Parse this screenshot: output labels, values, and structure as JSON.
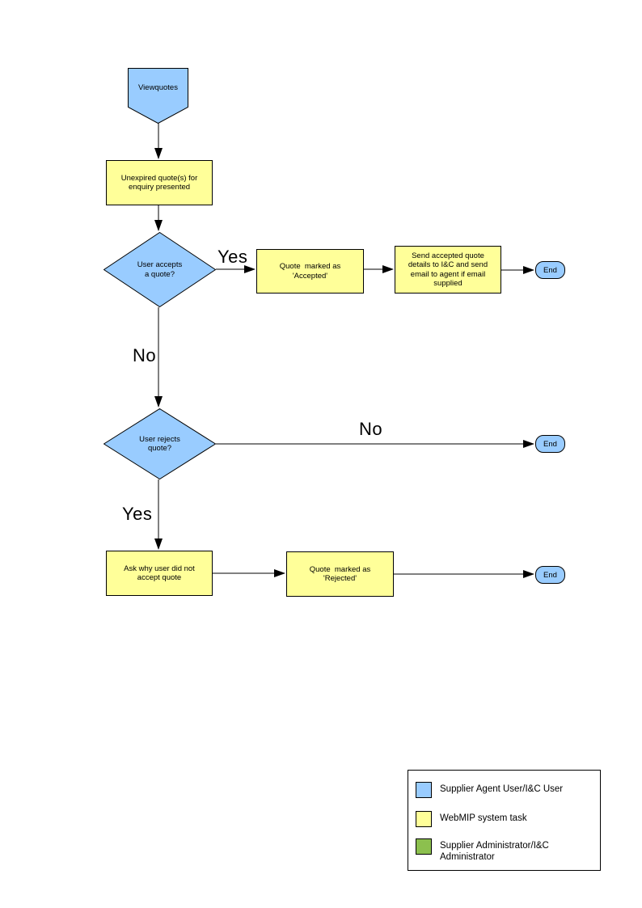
{
  "diagram": {
    "nodes": {
      "start": {
        "label": "Viewquotes"
      },
      "present": {
        "label": "Unexpired quote(s) for\nenquiry presented"
      },
      "accepts": {
        "label": "User accepts\na quote?"
      },
      "accepted": {
        "label": "Quote  marked as\n'Accepted'"
      },
      "send_details": {
        "label": "Send accepted quote\ndetails to I&C and send\nemail to agent if email\nsupplied"
      },
      "end1": {
        "label": "End"
      },
      "rejects": {
        "label": "User rejects\nquote?"
      },
      "end2": {
        "label": "End"
      },
      "ask_why": {
        "label": "Ask why user did not\naccept quote"
      },
      "rejected": {
        "label": "Quote  marked as\n'Rejected'"
      },
      "end3": {
        "label": "End"
      }
    },
    "edge_labels": {
      "accept_yes": "Yes",
      "accept_no": "No",
      "reject_no": "No",
      "reject_yes": "Yes"
    },
    "colors": {
      "user_shape": "#99CCFF",
      "system_task": "#FFFF99",
      "admin_shape": "#8CC04E",
      "line": "#000000"
    }
  },
  "legend": {
    "items": [
      {
        "color": "#99CCFF",
        "label": "Supplier Agent User/I&C User"
      },
      {
        "color": "#FFFF99",
        "label": "WebMIP system task"
      },
      {
        "color": "#8CC04E",
        "label": "Supplier Administrator/I&C Administrator"
      }
    ]
  }
}
